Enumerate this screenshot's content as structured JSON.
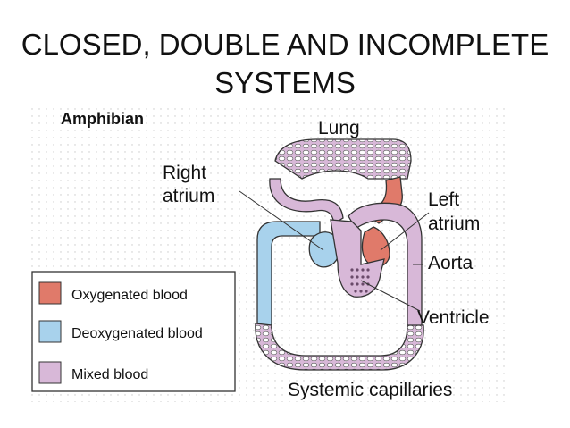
{
  "slide": {
    "title_line1": "CLOSED, DOUBLE AND INCOMPLETE",
    "title_line2": "SYSTEMS"
  },
  "diagram": {
    "heading": "Amphibian",
    "labels": {
      "lung": "Lung",
      "right_atrium_1": "Right",
      "right_atrium_2": "atrium",
      "left_atrium_1": "Left",
      "left_atrium_2": "atrium",
      "aorta": "Aorta",
      "ventricle": "Ventricle",
      "systemic_capillaries": "Systemic capillaries"
    },
    "legend": [
      {
        "label": "Oxygenated blood",
        "color": "#e07a6a"
      },
      {
        "label": "Deoxygenated blood",
        "color": "#a8d2ec"
      },
      {
        "label": "Mixed blood",
        "color": "#d8b8d8"
      }
    ],
    "colors": {
      "oxygenated": "#e07a6a",
      "deoxygenated": "#a8d2ec",
      "mixed": "#d8b8d8",
      "outline": "#333333"
    }
  }
}
